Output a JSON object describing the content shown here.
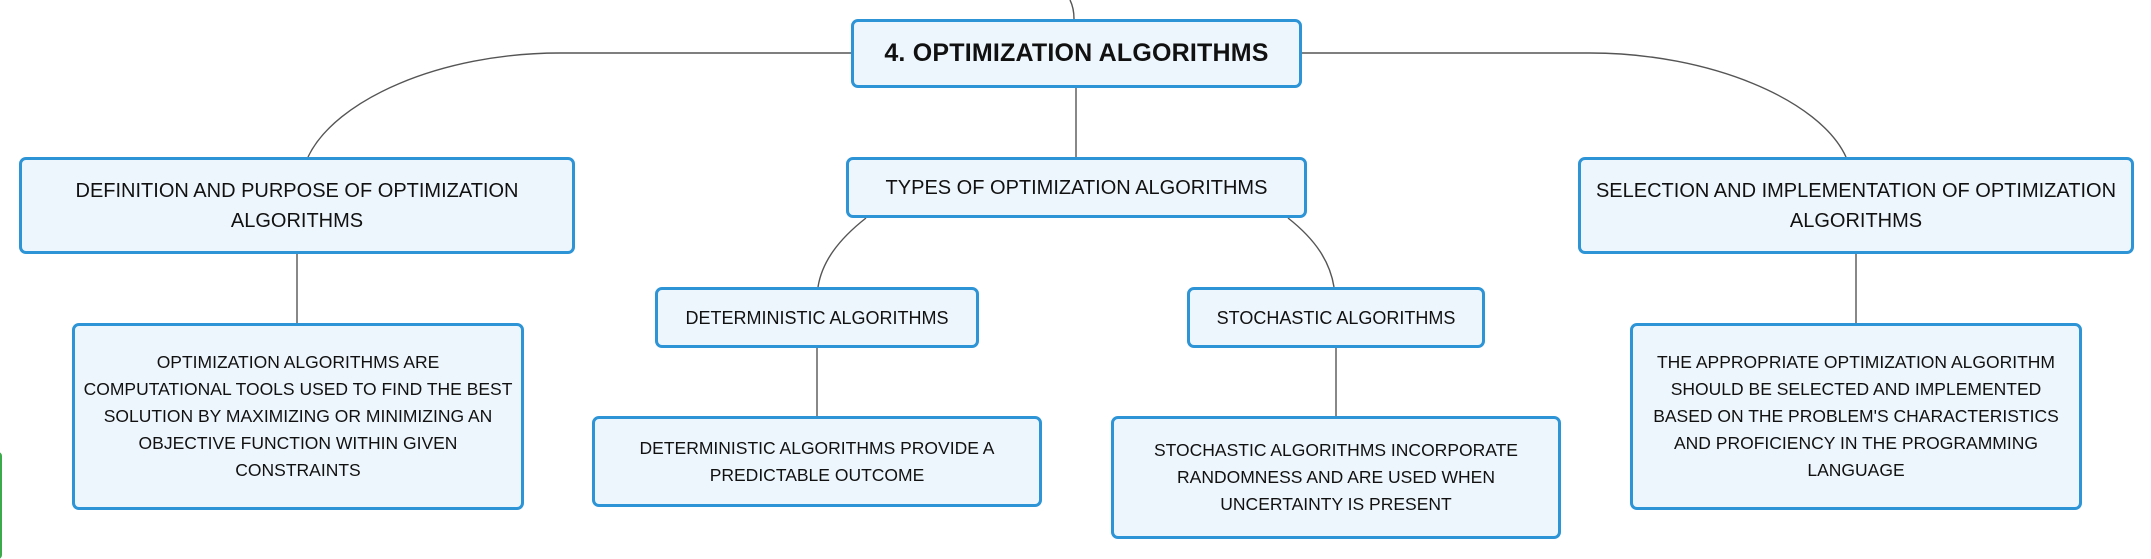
{
  "diagram": {
    "root": {
      "label": "4. OPTIMIZATION ALGORITHMS"
    },
    "branches": {
      "definition": {
        "label": "DEFINITION AND PURPOSE OF OPTIMIZATION ALGORITHMS",
        "detail": "OPTIMIZATION ALGORITHMS ARE COMPUTATIONAL TOOLS USED TO FIND THE BEST SOLUTION BY MAXIMIZING OR MINIMIZING AN OBJECTIVE FUNCTION WITHIN GIVEN CONSTRAINTS"
      },
      "types": {
        "label": "TYPES OF OPTIMIZATION ALGORITHMS",
        "deterministic": {
          "label": "DETERMINISTIC ALGORITHMS",
          "detail": "DETERMINISTIC ALGORITHMS PROVIDE A PREDICTABLE OUTCOME"
        },
        "stochastic": {
          "label": "STOCHASTIC ALGORITHMS",
          "detail": "STOCHASTIC ALGORITHMS INCORPORATE RANDOMNESS AND ARE USED WHEN UNCERTAINTY IS PRESENT"
        }
      },
      "selection": {
        "label": "SELECTION AND IMPLEMENTATION OF OPTIMIZATION ALGORITHMS",
        "detail": "THE APPROPRIATE OPTIMIZATION ALGORITHM SHOULD BE SELECTED AND IMPLEMENTED BASED ON THE PROBLEM'S CHARACTERISTICS AND PROFICIENCY IN THE PROGRAMMING LANGUAGE"
      }
    }
  },
  "colors": {
    "node_border": "#2d94d6",
    "node_fill": "#eef6fd",
    "connector": "#555555",
    "edge_marker": "#3aaa4a"
  }
}
